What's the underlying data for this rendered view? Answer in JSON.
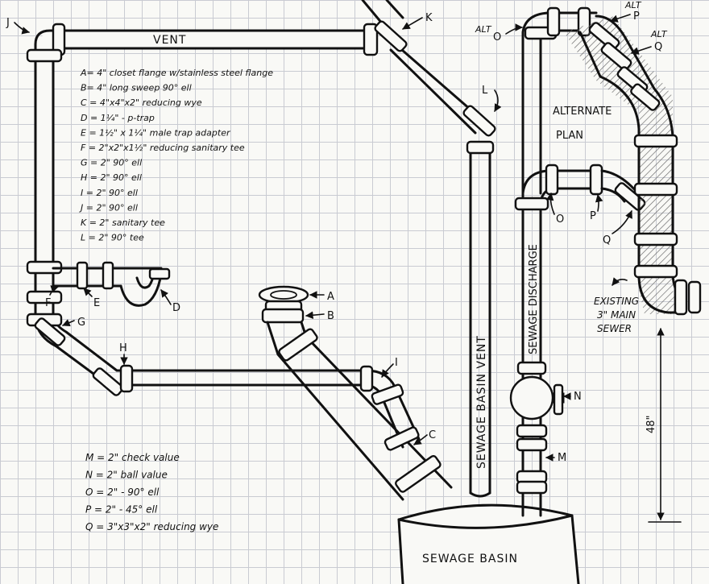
{
  "legend_top": [
    "A= 4\" closet flange w/stainless steel flange",
    "B= 4\" long sweep 90° ell",
    "C = 4\"x4\"x2\" reducing wye",
    "D = 1¼\" - p-trap",
    "E = 1½\" x 1¼\" male trap adapter",
    "F = 2\"x2\"x1½\" reducing sanitary tee",
    "G = 2\" 90° ell",
    "H = 2\" 90° ell",
    "I = 2\" 90° ell",
    "J = 2\" 90° ell",
    "K = 2\" sanitary tee",
    "L = 2\" 90° tee"
  ],
  "legend_bottom": [
    "M = 2\" check value",
    "N = 2\" ball value",
    "O = 2\" - 90° ell",
    "P = 2\" - 45° ell",
    "Q = 3\"x3\"x2\" reducing wye"
  ],
  "pipe_labels": {
    "vent": "VENT",
    "sewage_basin_vent": "SEWAGE BASIN VENT",
    "sewage_discharge": "SEWAGE DISCHARGE",
    "sewage_basin": "SEWAGE BASIN"
  },
  "notes": {
    "alternate_line1": "ALTERNATE",
    "alternate_line2": "PLAN",
    "existing_line1": "EXISTING",
    "existing_line2": "3\" MAIN",
    "existing_line3": "SEWER",
    "height": "48\""
  },
  "callouts": {
    "A": "A",
    "B": "B",
    "C": "C",
    "D": "D",
    "E": "E",
    "F": "F",
    "G": "G",
    "H": "H",
    "I": "I",
    "J": "J",
    "K": "K",
    "L": "L",
    "M": "M",
    "N": "N",
    "O": "O",
    "P": "P",
    "Q": "Q",
    "alt_o_word": "ALT",
    "alt_o": "O",
    "alt_p_word": "ALT",
    "alt_p": "P",
    "alt_q_word": "ALT",
    "alt_q": "Q"
  }
}
